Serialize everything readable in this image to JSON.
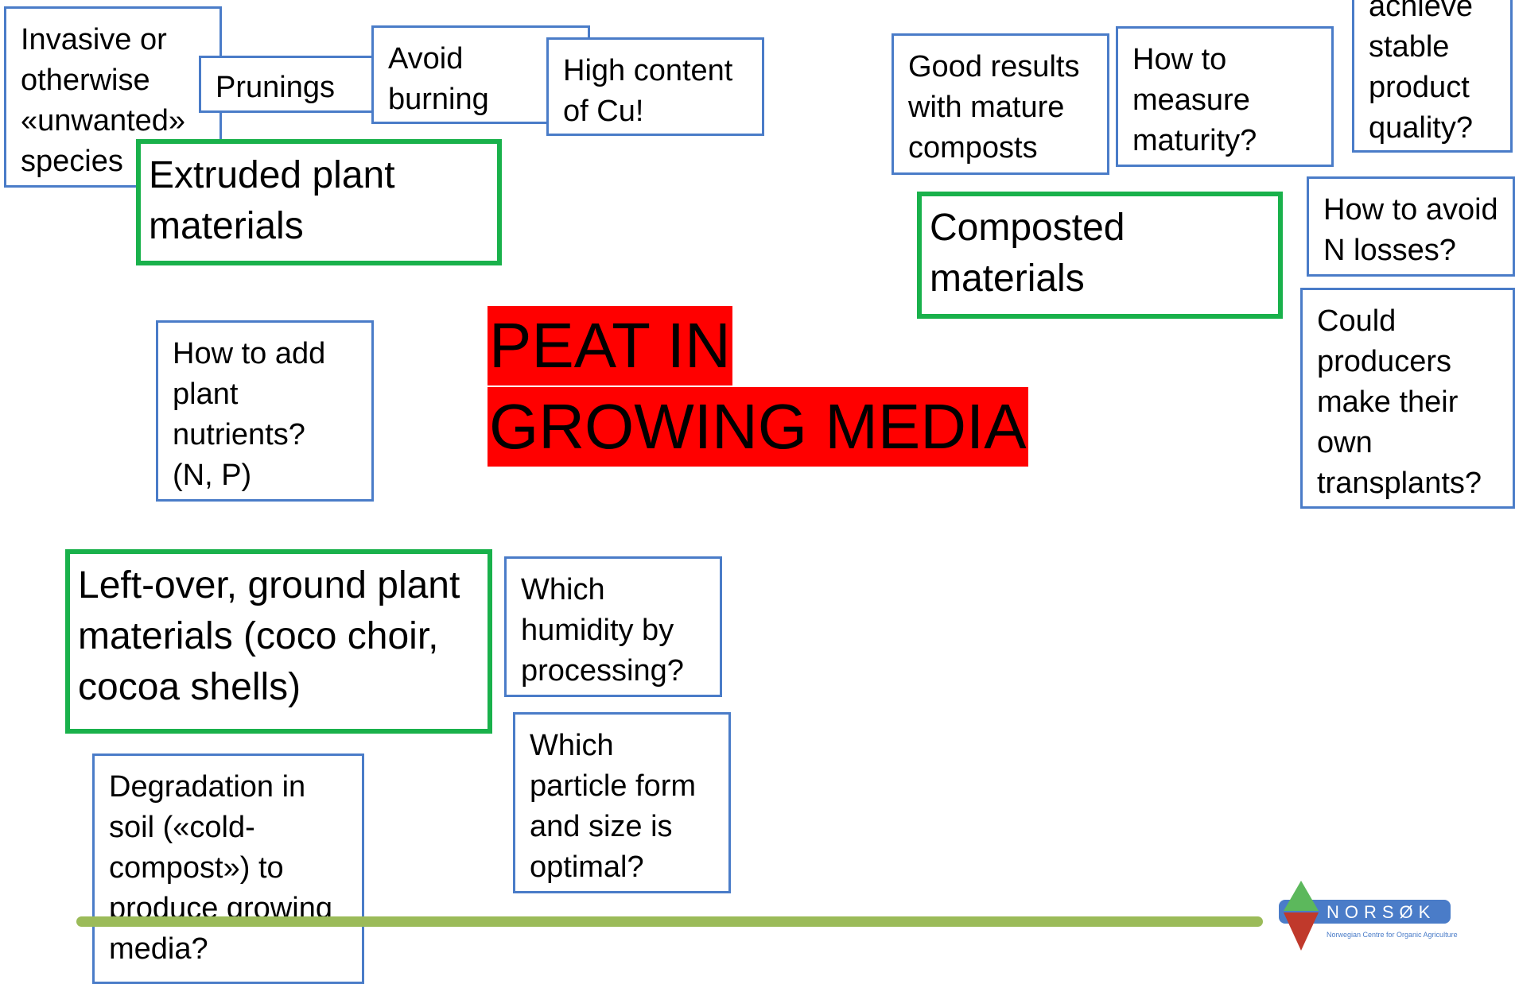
{
  "title": {
    "line1": "PEAT IN",
    "line2": "GROWING MEDIA"
  },
  "categories": {
    "extruded": "Extruded plant\nmaterials",
    "composted": "Composted\nmaterials",
    "leftover": "Left-over, ground plant\nmaterials (coco choir,\ncocoa shells)"
  },
  "notes": {
    "invasive": "Invasive or\notherwise\n«unwanted»\nspecies",
    "prunings": "Prunings",
    "avoid_burning": "Avoid\nburning",
    "copper": "High content\nof Cu!",
    "mature": "Good results\nwith mature\ncomposts",
    "maturity": "How to\nmeasure\nmaturity?",
    "stable": "achieve\nstable\nproduct\nquality?",
    "n_losses": "How to avoid\nN losses?",
    "transplants": "Could\nproducers\nmake their\nown\ntransplants?",
    "nutrients": "How to add\nplant\nnutrients?\n(N, P)",
    "humidity": "Which\nhumidity by\nprocessing?",
    "particle": "Which\nparticle form\nand size is\noptimal?",
    "degradation": "Degradation in\nsoil («cold-\ncompost») to\nproduce growing\nmedia?"
  },
  "logo": {
    "name": "NORSØK",
    "tagline": "Norwegian Centre for Organic Agriculture"
  },
  "colors": {
    "title_bg": "#ff0000",
    "note_border": "#4a7cc8",
    "category_border": "#19b14b",
    "bar": "#9bbb59",
    "logo_blue": "#4a7cc8",
    "logo_green": "#5cb85c",
    "logo_red": "#c0392b"
  }
}
